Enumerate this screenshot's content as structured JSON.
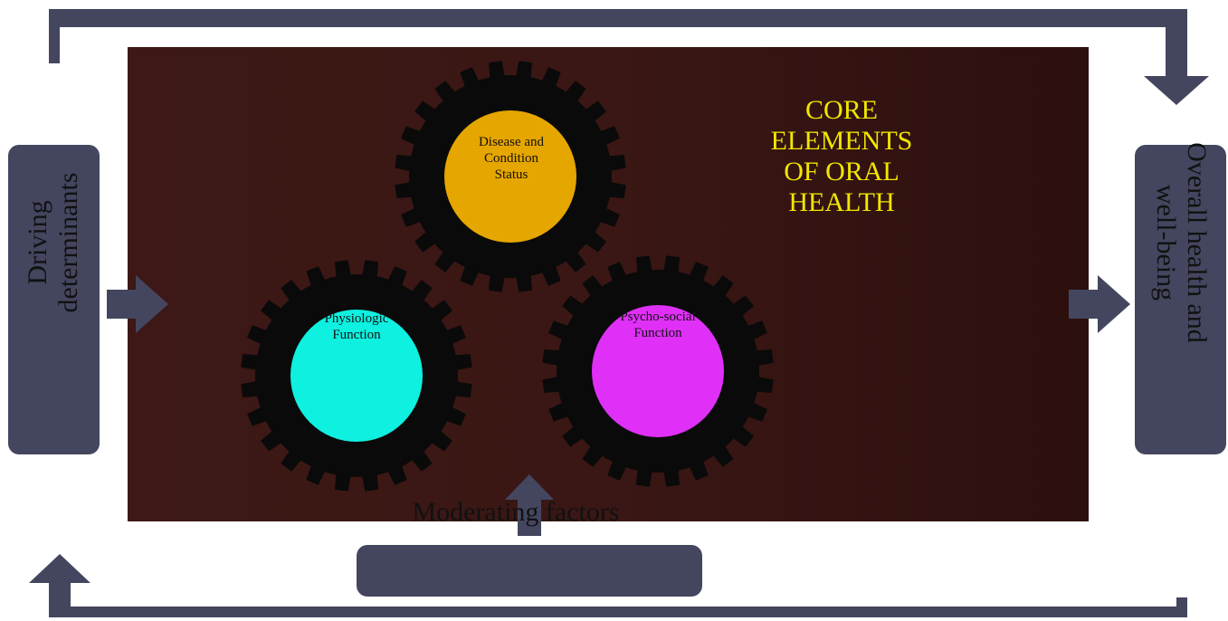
{
  "colors": {
    "navy": "#44465f",
    "background_panel": "#3d1a16",
    "gear_body": "#0a0a0a",
    "core_text": "#f2e600",
    "disease_fill": "#e6a600",
    "physiologic_fill": "#0ef0e0",
    "psycho_fill": "#e030f8"
  },
  "labels": {
    "left_box": [
      "Driving",
      "determinants"
    ],
    "right_box": [
      "Overall health and",
      "well-being"
    ],
    "core": [
      "CORE",
      "ELEMENTS",
      "OF ORAL",
      "HEALTH"
    ],
    "moderating": "Moderating factors"
  },
  "gears": {
    "disease": {
      "lines": [
        "Disease and",
        "Condition",
        "Status"
      ],
      "icon": "gear-icon"
    },
    "physiologic": {
      "lines": [
        "Physiologic",
        "Function"
      ],
      "icon": "gear-icon"
    },
    "psychosocial": {
      "lines": [
        "Psycho-social",
        "Function"
      ],
      "icon": "gear-icon"
    }
  }
}
